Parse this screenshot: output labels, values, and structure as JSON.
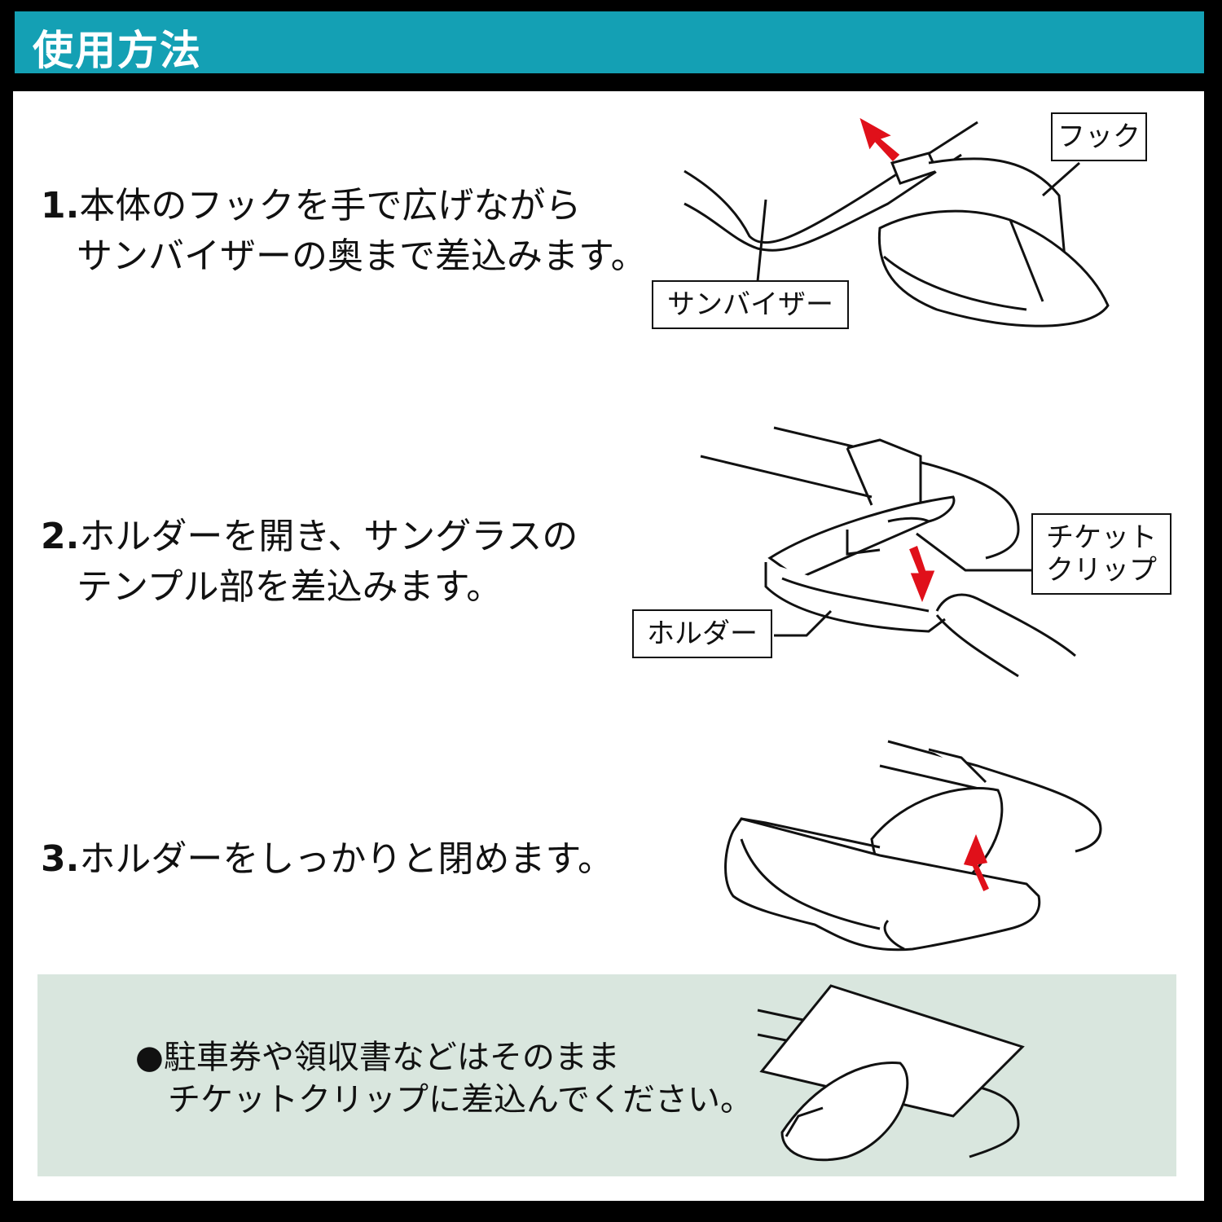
{
  "header": {
    "title": "使用方法"
  },
  "steps": [
    {
      "number": "1.",
      "line1": "本体のフックを手で広げながら",
      "line2": "サンバイザーの奥まで差込みます。"
    },
    {
      "number": "2.",
      "line1": "ホルダーを開き、サングラスの",
      "line2": "テンプル部を差込みます。"
    },
    {
      "number": "3.",
      "line1": "ホルダーをしっかりと閉めます。"
    }
  ],
  "callouts": {
    "hook": "フック",
    "sunvisor": "サンバイザー",
    "ticket_clip_line1": "チケット",
    "ticket_clip_line2": "クリップ",
    "holder": "ホルダー"
  },
  "note": {
    "line1": "●駐車券や領収書などはそのまま",
    "line2": "チケットクリップに差込んでください。"
  },
  "colors": {
    "header": "#14a0b4",
    "arrow": "#e0101a",
    "note_bg": "#d9e6de",
    "frame": "#000000"
  }
}
